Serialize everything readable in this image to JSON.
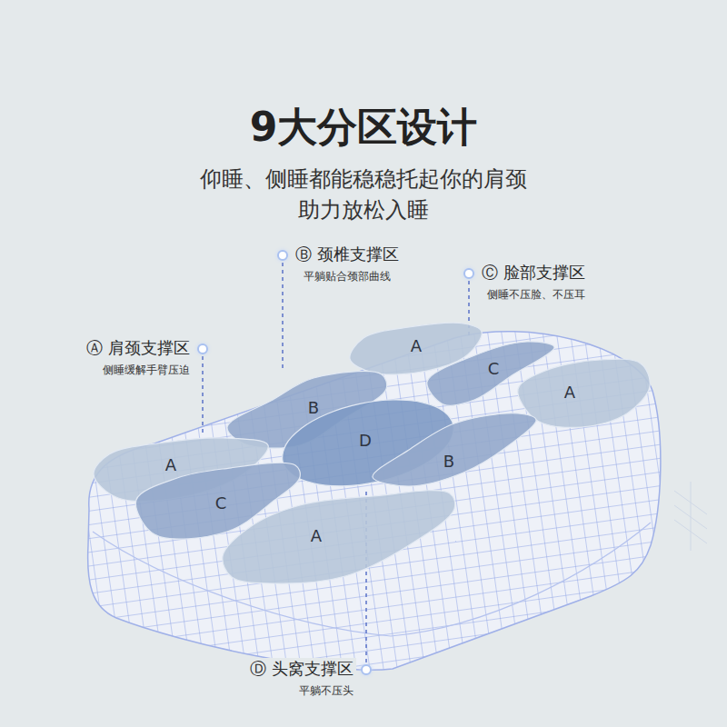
{
  "diagram": {
    "title": "9大分区设计",
    "nodes": [
      {
        "text": [
          "Ⓑ 颈椎支撑区",
          "平躺贴合颈部曲线"
        ]
      },
      {
        "text": [
          "Ⓒ 脸部支撑区",
          "侧睡不压脸、不压耳"
        ]
      },
      {
        "text": [
          "Ⓐ 肩颈支撑区",
          "侧睡缓解手臂压迫"
        ]
      },
      {
        "text": [
          "A"
        ]
      },
      {
        "text": [
          "C"
        ]
      },
      {
        "text": [
          "A"
        ]
      },
      {
        "text": [
          "B"
        ]
      },
      {
        "text": [
          "D"
        ]
      },
      {
        "text": [
          "B"
        ]
      },
      {
        "text": [
          "A"
        ]
      },
      {
        "text": [
          "C"
        ]
      },
      {
        "text": [
          "A"
        ]
      },
      {
        "text": [
          "Ⓓ 头窝支撑区",
          "平躺不压头"
        ]
      }
    ],
    "edges": [
      {
        "from": 2,
        "to": 9,
        "arrow": "none"
      },
      {
        "from": 0,
        "to": 6,
        "arrow": "none"
      },
      {
        "from": 1,
        "to": 4,
        "arrow": "none"
      },
      {
        "from": 12,
        "to": 7,
        "arrow": "none"
      }
    ],
    "labels": [
      "仰睡、侧睡都能稳稳托起你的肩颈 助力放松入睡"
    ]
  }
}
